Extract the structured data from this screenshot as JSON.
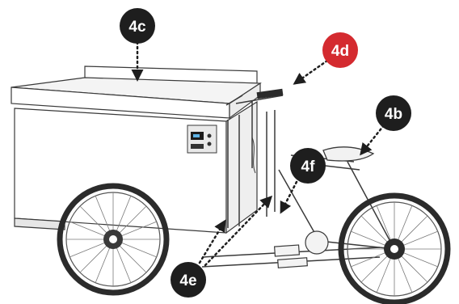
{
  "callouts": [
    {
      "id": "4c",
      "label": "4c",
      "color": "#1e1e1e"
    },
    {
      "id": "4d",
      "label": "4d",
      "color": "#d42a2f"
    },
    {
      "id": "4b",
      "label": "4b",
      "color": "#1e1e1e"
    },
    {
      "id": "4f",
      "label": "4f",
      "color": "#1e1e1e"
    },
    {
      "id": "4e",
      "label": "4e",
      "color": "#1e1e1e"
    }
  ],
  "colors": {
    "line": "#3a3a3a",
    "panel": "#fafafa",
    "tire": "#2b2b2b",
    "badge_dark": "#1e1e1e",
    "badge_red": "#d42a2f"
  }
}
